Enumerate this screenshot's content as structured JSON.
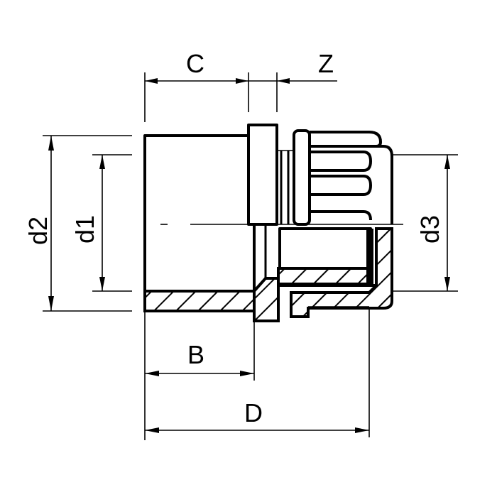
{
  "drawing": {
    "subject": "pipe fitting adapter, half cross-section",
    "colors": {
      "line": "#000000",
      "background": "#ffffff"
    },
    "dimensions": {
      "C": "C",
      "Z": "Z",
      "B": "B",
      "D": "D",
      "d1": "d1",
      "d2": "d2",
      "d3": "d3"
    }
  }
}
